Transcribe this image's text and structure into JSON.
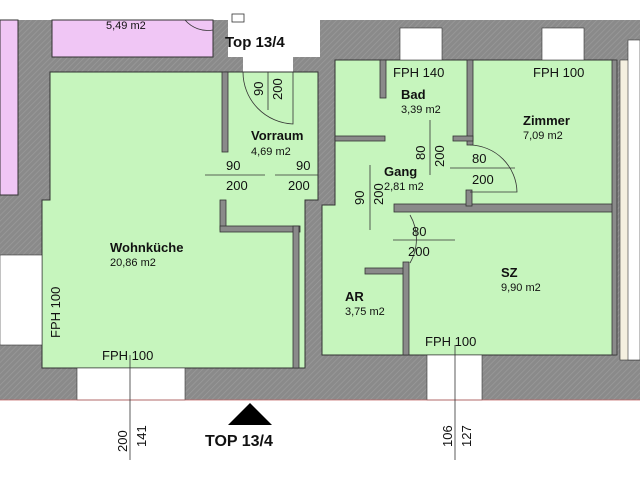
{
  "plan": {
    "unit_label": "Top 13/4",
    "bottom_label": "TOP 13/4",
    "colors": {
      "room": "#c6f5bd",
      "neighbor": "#f0c6f5",
      "wall": "#8a8a8a"
    },
    "rooms": [
      {
        "name": "",
        "area": "5,49 m2"
      },
      {
        "name": "Vorraum",
        "area": "4,69 m2"
      },
      {
        "name": "Wohnküche",
        "area": "20,86 m2"
      },
      {
        "name": "Bad",
        "area": "3,39 m2"
      },
      {
        "name": "Zimmer",
        "area": "7,09 m2"
      },
      {
        "name": "Gang",
        "area": "2,81 m2"
      },
      {
        "name": "AR",
        "area": "3,75 m2"
      },
      {
        "name": "SZ",
        "area": "9,90 m2"
      }
    ],
    "door_dims": {
      "entry_w": "90",
      "entry_h": "200",
      "vorraum_left_w": "90",
      "vorraum_left_h": "200",
      "vorraum_right_w": "90",
      "vorraum_right_h": "200",
      "bad_w": "80",
      "bad_h": "200",
      "zimmer_w": "80",
      "zimmer_h": "200",
      "gang_w": "90",
      "gang_h": "200",
      "sz_w": "80",
      "sz_h": "200"
    },
    "window_labels": {
      "bad": "FPH 140",
      "zimmer": "FPH 100",
      "wohn_left": "FPH 100",
      "wohn_bottom": "FPH 100",
      "sz": "FPH 100"
    },
    "bottom_dims": {
      "w1_a": "200",
      "w1_b": "141",
      "w2_a": "106",
      "w2_b": "127"
    }
  }
}
